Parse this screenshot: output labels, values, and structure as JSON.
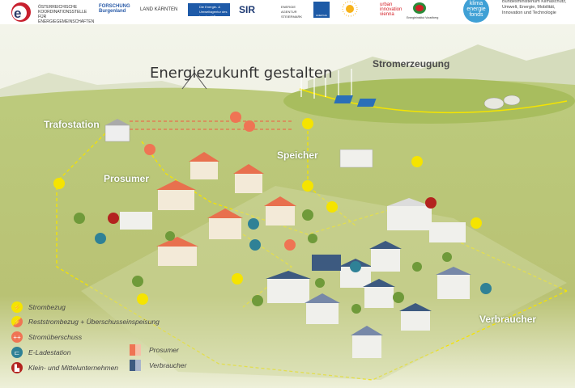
{
  "header": {
    "logos": [
      {
        "name": "oesterreichische-koordinationsstelle-logo",
        "text": "ÖSTERREICHISCHE KOORDINATIONSSTELLE FÜR ENERGIEGEMEINSCHAFTEN"
      },
      {
        "name": "forschung-burgenland-logo",
        "text": "FORSCHUNG Burgenland"
      },
      {
        "name": "land-kaernten-logo",
        "text": "LAND KÄRNTEN"
      },
      {
        "name": "enu-logo",
        "text": "Die Energie- & Umweltagentur des Landes NÖ"
      },
      {
        "name": "sir-logo",
        "text": "SIR"
      },
      {
        "name": "energie-agentur-steiermark-logo",
        "text": "ENERGIE AGENTUR STEIERMARK"
      },
      {
        "name": "energie-tirol-logo",
        "text": "ENERGIE TIROL"
      },
      {
        "name": "energieinstitut-logo",
        "text": ""
      },
      {
        "name": "urban-innovation-vienna-logo",
        "text": "urban innovation vienna"
      },
      {
        "name": "energieinstitut-vorarlberg-logo",
        "text": "Energieinstitut Vorarlberg"
      },
      {
        "name": "klima-energie-fonds-logo",
        "text": "klima energie fonds"
      },
      {
        "name": "bundesministerium-logo",
        "text": "Bundesministerium Klimaschutz, Umwelt, Energie, Mobilität, Innovation und Technologie"
      }
    ]
  },
  "title": "Energiezukunft gestalten",
  "labels": {
    "stromerzeugung": "Stromerzeugung",
    "trafostation": "Trafostation",
    "speicher": "Speicher",
    "prosumer": "Prosumer",
    "verbraucher": "Verbraucher"
  },
  "legend": {
    "items": [
      {
        "icon": "lightning-icon",
        "label": "Strombezug",
        "color": "#f5e400"
      },
      {
        "icon": "lightning-plus-icon",
        "label": "Reststrombezug + Überschusseinspeisung",
        "color": "#f5e400"
      },
      {
        "icon": "surplus-icon",
        "label": "Stromüberschuss",
        "color": "#ef7454"
      },
      {
        "icon": "charging-station-icon",
        "label": "E-Ladestation",
        "color": "#2f8196"
      },
      {
        "icon": "factory-icon",
        "label": "Klein- und Mittelunternehmen",
        "color": "#b3231f"
      }
    ],
    "types": [
      {
        "label": "Prosumer",
        "color": "#ef7454"
      },
      {
        "label": "Verbraucher",
        "color": "#3d5a80"
      }
    ]
  }
}
